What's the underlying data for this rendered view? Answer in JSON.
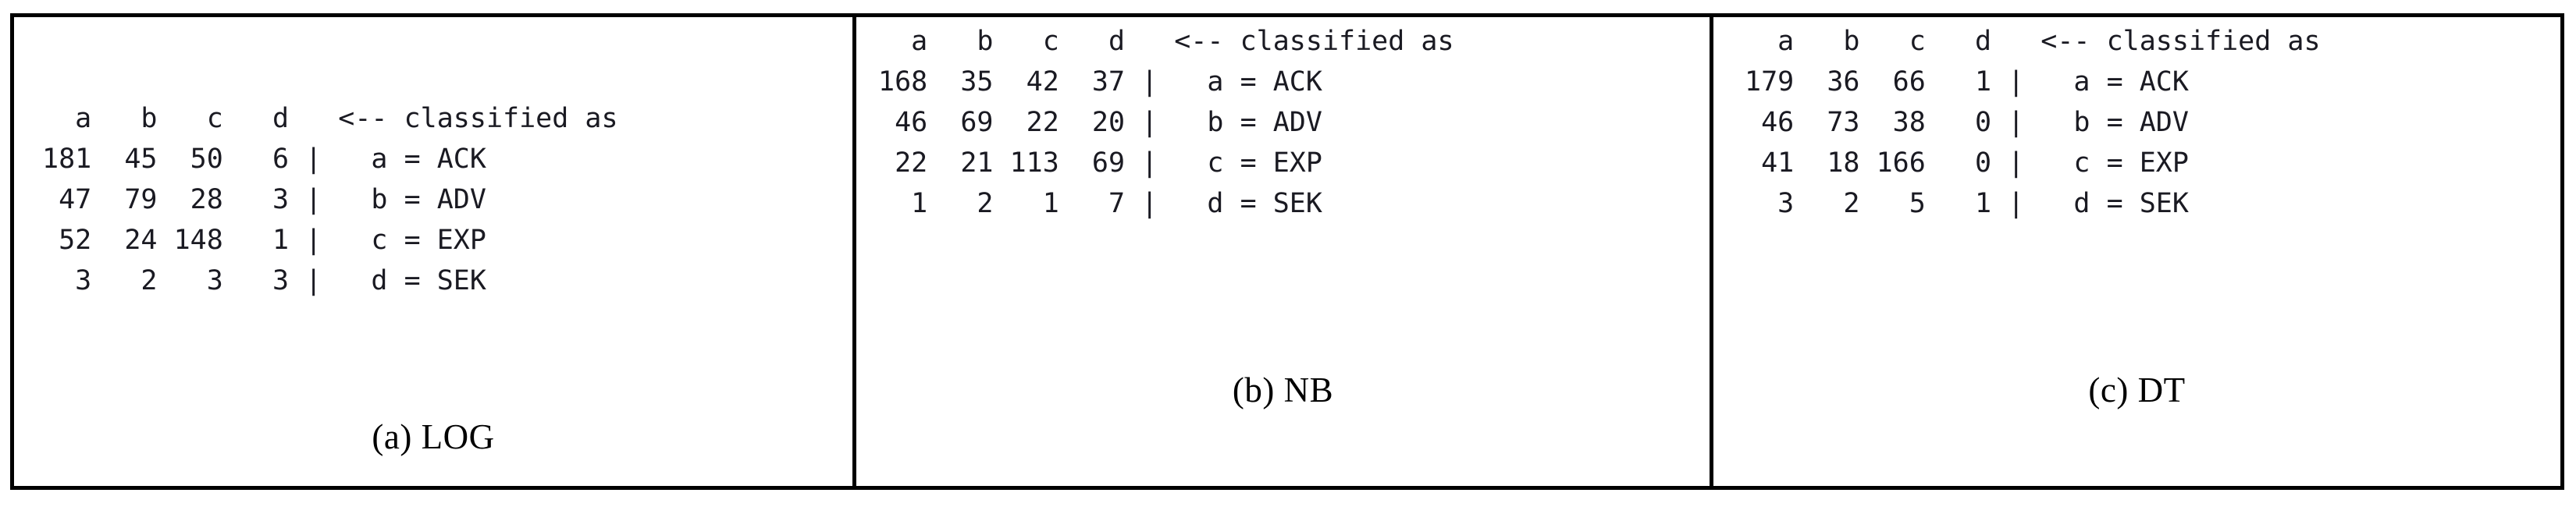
{
  "figure": {
    "border_color": "#000000",
    "background": "#ffffff",
    "text_color": "#1a1a22",
    "caption_color": "#000000",
    "divider_symbol": "|",
    "arrow_label": "<-- classified as",
    "class_letters": [
      "a",
      "b",
      "c",
      "d"
    ],
    "class_names": [
      "ACK",
      "ADV",
      "EXP",
      "SEK"
    ]
  },
  "panels": [
    {
      "id": "panel-a",
      "caption": "(a) LOG",
      "header_line": "  a   b   c   d   <-- classified as",
      "rows": [
        "181  45  50   6 |   a = ACK",
        " 47  79  28   3 |   b = ADV",
        " 52  24 148   1 |   c = EXP",
        "  3   2   3   3 |   d = SEK"
      ]
    },
    {
      "id": "panel-b",
      "caption": "(b) NB",
      "header_line": "  a   b   c   d   <-- classified as",
      "rows": [
        "168  35  42  37 |   a = ACK",
        " 46  69  22  20 |   b = ADV",
        " 22  21 113  69 |   c = EXP",
        "  1   2   1   7 |   d = SEK"
      ]
    },
    {
      "id": "panel-c",
      "caption": "(c) DT",
      "header_line": "  a   b   c   d   <-- classified as",
      "rows": [
        "179  36  66   1 |   a = ACK",
        " 46  73  38   0 |   b = ADV",
        " 41  18 166   0 |   c = EXP",
        "  3   2   5   1 |   d = SEK"
      ]
    }
  ],
  "chart_data": {
    "type": "table",
    "title": "Confusion matrices for three classifiers",
    "row_labels": [
      "a = ACK",
      "b = ADV",
      "c = EXP",
      "d = SEK"
    ],
    "column_labels": [
      "a",
      "b",
      "c",
      "d"
    ],
    "matrices": [
      {
        "name": "LOG",
        "caption": "(a) LOG",
        "values": [
          [
            181,
            45,
            50,
            6
          ],
          [
            47,
            79,
            28,
            3
          ],
          [
            52,
            24,
            148,
            1
          ],
          [
            3,
            2,
            3,
            3
          ]
        ]
      },
      {
        "name": "NB",
        "caption": "(b) NB",
        "values": [
          [
            168,
            35,
            42,
            37
          ],
          [
            46,
            69,
            22,
            20
          ],
          [
            22,
            21,
            113,
            69
          ],
          [
            1,
            2,
            1,
            7
          ]
        ]
      },
      {
        "name": "DT",
        "caption": "(c) DT",
        "values": [
          [
            179,
            36,
            66,
            1
          ],
          [
            46,
            73,
            38,
            0
          ],
          [
            41,
            18,
            166,
            0
          ],
          [
            3,
            2,
            5,
            1
          ]
        ]
      }
    ]
  }
}
